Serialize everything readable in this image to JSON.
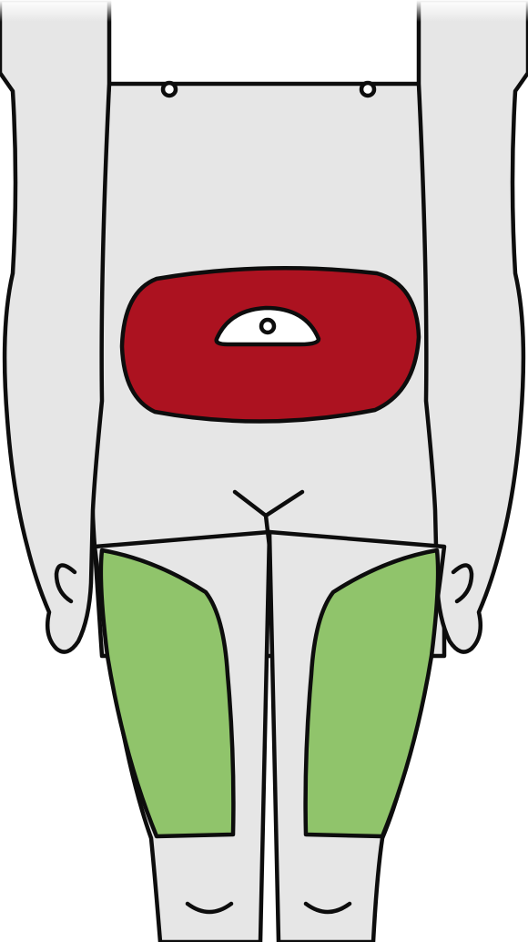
{
  "colors": {
    "background": "#ffffff",
    "skin": "#e6e6e6",
    "outline": "#0d0d0d",
    "abdomen_zone": "#ac1220",
    "thigh_zone": "#90c46b",
    "navel_patch": "#ffffff"
  },
  "icons": {
    "body": "lower-torso-front-view",
    "abdomen_zone": "injection-site-abdomen",
    "thigh_zones": "injection-site-thigh"
  }
}
